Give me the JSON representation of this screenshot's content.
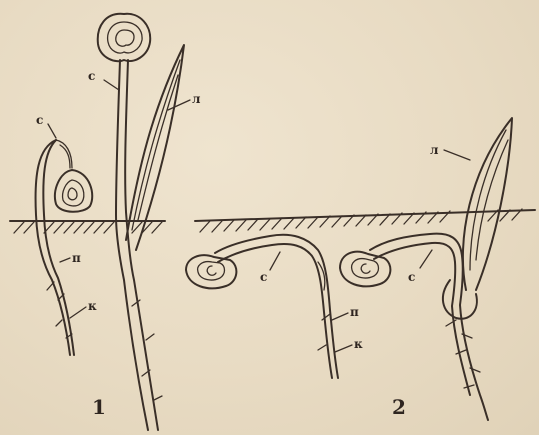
{
  "figure_numbers": [
    "1",
    "2"
  ],
  "labels": {
    "cotyledon": "с",
    "leaf": "л",
    "hypocotyl": "п",
    "root": "к"
  }
}
